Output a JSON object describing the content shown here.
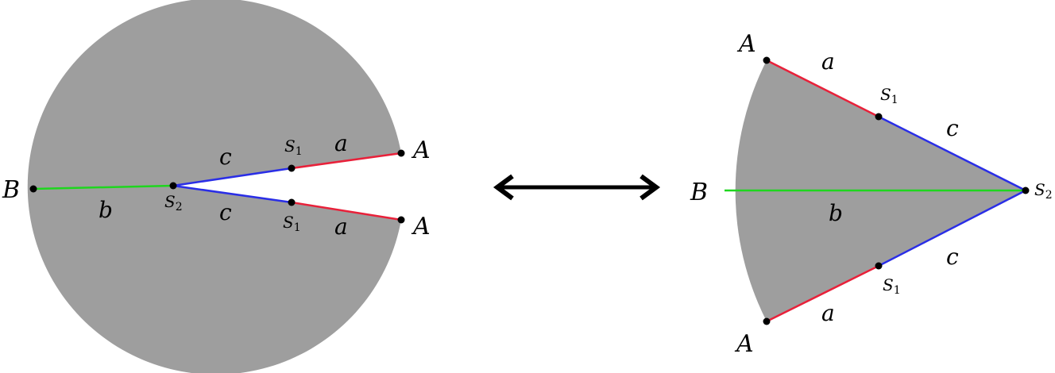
{
  "colors": {
    "fill": "#9e9e9e",
    "edge_a": "#e8213a",
    "edge_c": "#2a2ee6",
    "edge_b": "#1ed61e",
    "point": "#000000",
    "arrow": "#000000"
  },
  "left_figure": {
    "labels": {
      "B": "B",
      "A_top": "A",
      "A_bottom": "A",
      "a_top": "a",
      "a_bottom": "a",
      "b": "b",
      "c_top": "c",
      "c_bottom": "c",
      "S1_top": {
        "base": "S",
        "sub": "1"
      },
      "S1_bottom": {
        "base": "S",
        "sub": "1"
      },
      "S2": {
        "base": "S",
        "sub": "2"
      }
    }
  },
  "right_figure": {
    "labels": {
      "B": "B",
      "A_top": "A",
      "A_bottom": "A",
      "a_top": "a",
      "a_bottom": "a",
      "b": "b",
      "c_top": "c",
      "c_bottom": "c",
      "S1_top": {
        "base": "S",
        "sub": "1"
      },
      "S1_bottom": {
        "base": "S",
        "sub": "1"
      },
      "S2": {
        "base": "S",
        "sub": "2"
      }
    }
  },
  "connector": {
    "icon": "double-headed-arrow-icon"
  }
}
